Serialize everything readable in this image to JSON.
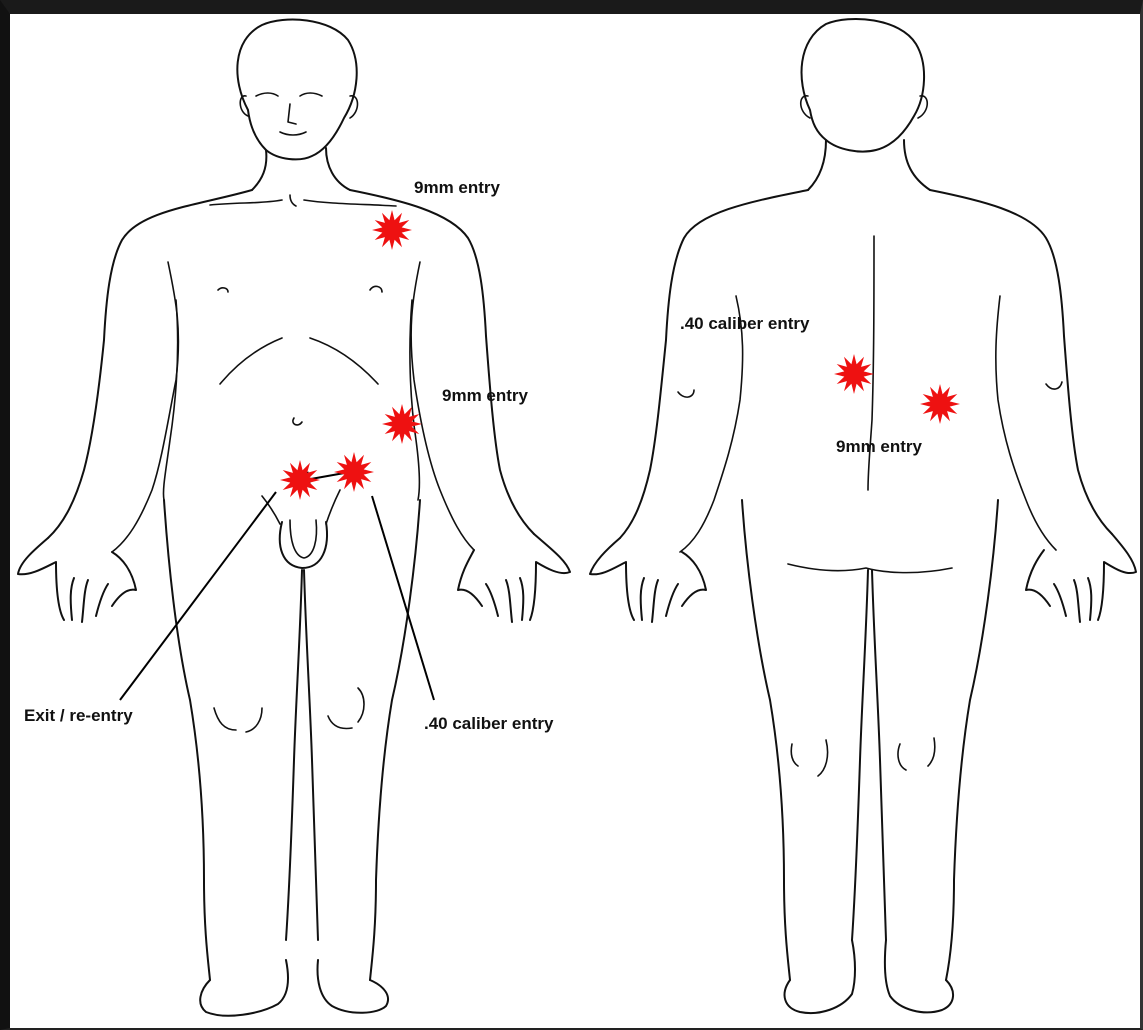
{
  "colors": {
    "wound": "#ee1111",
    "line": "#111111",
    "background": "#ffffff"
  },
  "labels": {
    "front_chest": "9mm entry",
    "front_hip": "9mm entry",
    "exit_reentry": "Exit / re-entry",
    "front_40cal": ".40 caliber entry",
    "back_40cal": ".40 caliber entry",
    "back_9mm": "9mm entry"
  }
}
